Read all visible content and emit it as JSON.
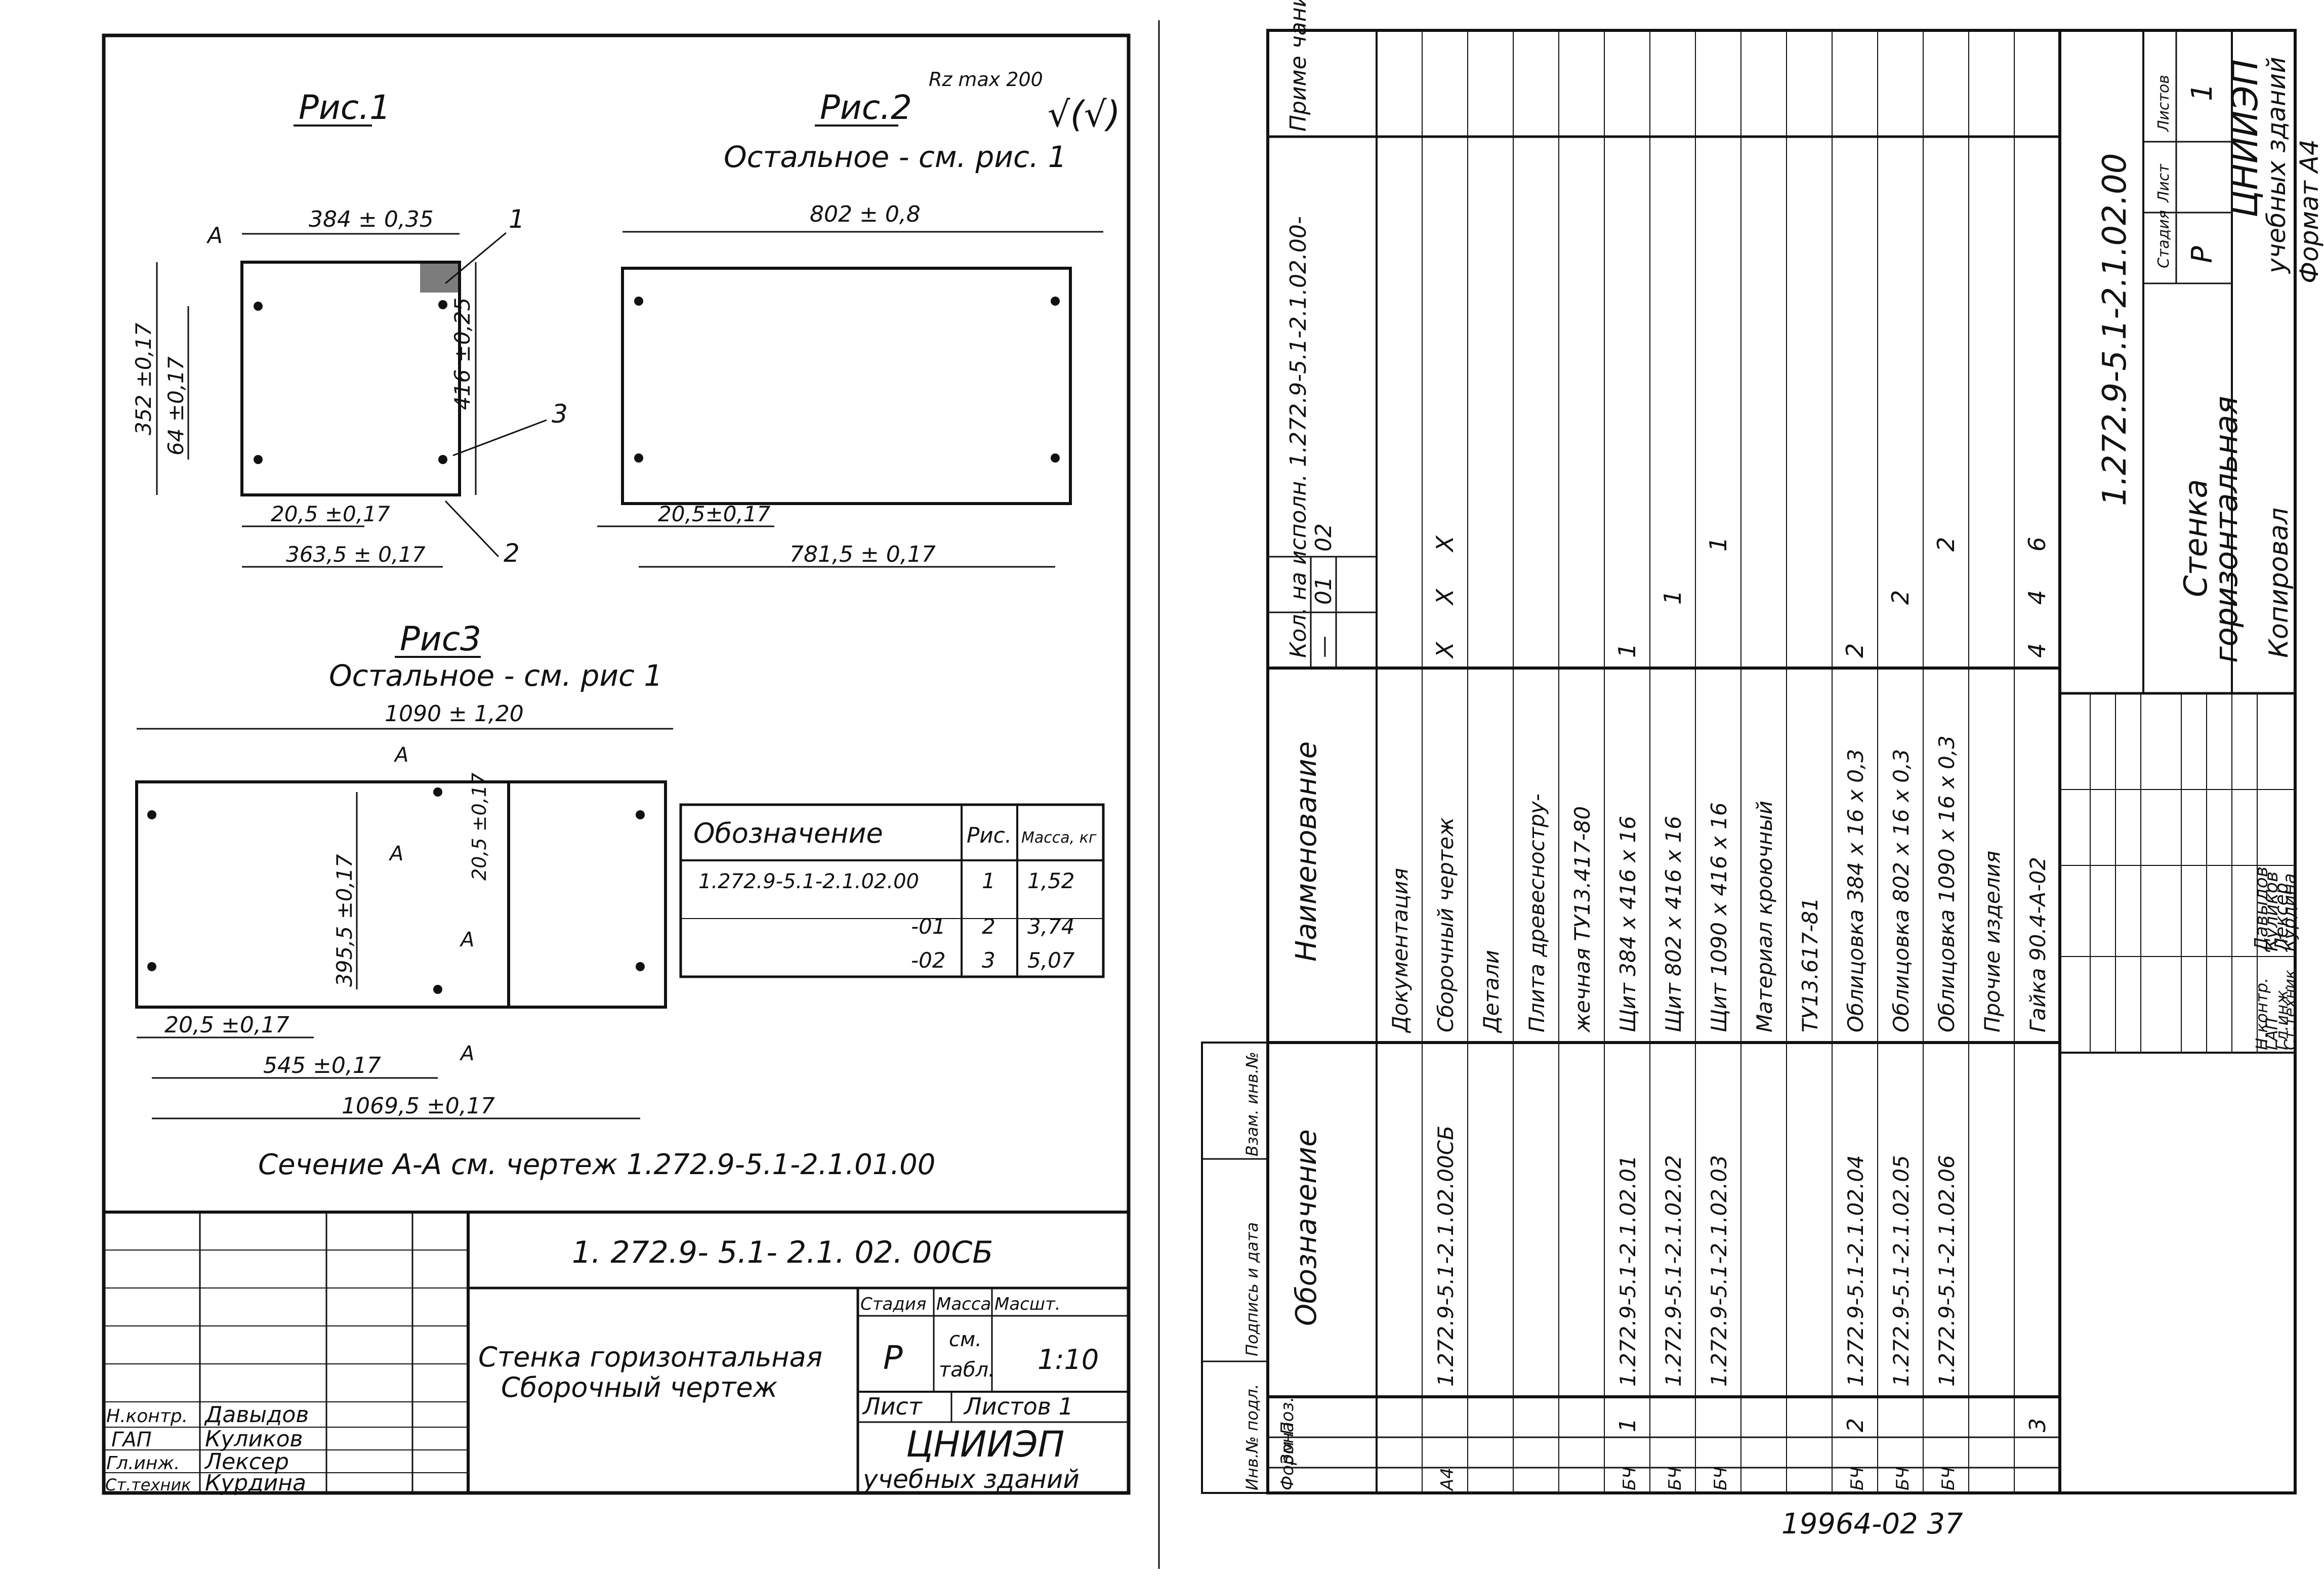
{
  "left_sheet": {
    "fig1": {
      "title": "Рис.1",
      "dim_width": "384 ± 0,35",
      "dim_height": "352 ±0,17",
      "dim_64": "64 ±0,17",
      "dim_416": "416 ±0,25",
      "dim_20_5": "20,5 ±0,17",
      "dim_363_5": "363,5 ± 0,17",
      "label_1": "1",
      "label_2": "2",
      "label_3": "3",
      "label_a": "A"
    },
    "fig2": {
      "title": "Рис.2",
      "roughness": "Rz max 200",
      "roughness_sym": "√(√)",
      "subtitle": "Остальное - см. рис. 1",
      "dim_width": "802 ± 0,8",
      "dim_20_5": "20,5±0,17",
      "dim_781_5": "781,5 ± 0,17"
    },
    "fig3": {
      "title": "Рис3",
      "subtitle": "Остальное - см. рис 1",
      "dim_width": "1090 ± 1,20",
      "dim_395_5": "395,5 ±0,17",
      "dim_20_5_v": "20,5 ±0,17",
      "dim_20_5_h": "20,5 ±0,17",
      "dim_545": "545 ±0,17",
      "dim_1069_5": "1069,5 ±0,17",
      "label_a": "A"
    },
    "section_note": "Сечение А-А см. чертеж 1.272.9-5.1-2.1.01.00",
    "variants_table": {
      "headers": [
        "Обозначение",
        "Рис.",
        "Масса, кг"
      ],
      "rows": [
        [
          "1.272.9-5.1-2.1.02.00",
          "1",
          "1,52"
        ],
        [
          "-01",
          "2",
          "3,74"
        ],
        [
          "-02",
          "3",
          "5,07"
        ]
      ]
    },
    "title_block": {
      "doc_code": "1. 272.9- 5.1- 2.1. 02. 00СБ",
      "name_line1": "Стенка горизонтальная",
      "name_line2": "Сборочный чертеж",
      "col_stage": "Стадия",
      "col_mass": "Масса",
      "col_scale": "Масшт.",
      "stage": "Р",
      "mass_line1": "см.",
      "mass_line2": "табл.",
      "scale": "1:10",
      "sheet_label": "Лист",
      "sheets_label": "Листов 1",
      "org_line1": "ЦНИИЭП",
      "org_line2": "учебных зданий",
      "signers": [
        {
          "role": "Н.контр.",
          "name": "Давыдов"
        },
        {
          "role": "ГАП",
          "name": "Куликов"
        },
        {
          "role": "Гл.инж.",
          "name": "Лексер"
        },
        {
          "role": "Ст.техник",
          "name": "Курдина"
        }
      ]
    }
  },
  "right_sheet": {
    "spec_headers": {
      "format": "Форм",
      "zone": "Зона",
      "pos": "Поз.",
      "designation": "Обозначение",
      "name": "Наименование",
      "qty_header": "Кол. на исполн. 1.272.9-5.1-2.1.02.00-",
      "qty_cols": [
        "—",
        "01",
        "02"
      ],
      "note": "Приме чание"
    },
    "spec_rows": [
      {
        "format": "",
        "pos": "",
        "designation": "",
        "name": "Документация",
        "q0": "",
        "q1": "",
        "q2": "",
        "underline": true
      },
      {
        "format": "А4",
        "pos": "",
        "designation": "1.272.9-5.1-2.1.02.00СБ",
        "name": "Сборочный чертеж",
        "q0": "Х",
        "q1": "Х",
        "q2": "Х"
      },
      {
        "format": "",
        "pos": "",
        "designation": "",
        "name": "Детали",
        "q0": "",
        "q1": "",
        "q2": "",
        "underline": true
      },
      {
        "format": "",
        "pos": "",
        "designation": "",
        "name": "Плита древесностру-",
        "q0": "",
        "q1": "",
        "q2": ""
      },
      {
        "format": "",
        "pos": "",
        "designation": "",
        "name": "жечная ТУ13.417-80",
        "q0": "",
        "q1": "",
        "q2": ""
      },
      {
        "format": "БЧ",
        "pos": "1",
        "designation": "1.272.9-5.1-2.1.02.01",
        "name": "Щит 384 х 416 х 16",
        "q0": "1",
        "q1": "",
        "q2": ""
      },
      {
        "format": "БЧ",
        "pos": "",
        "designation": "1.272.9-5.1-2.1.02.02",
        "name": "Щит 802 х 416 х 16",
        "q0": "",
        "q1": "1",
        "q2": ""
      },
      {
        "format": "БЧ",
        "pos": "",
        "designation": "1.272.9-5.1-2.1.02.03",
        "name": "Щит 1090 х 416 х 16",
        "q0": "",
        "q1": "",
        "q2": "1"
      },
      {
        "format": "",
        "pos": "",
        "designation": "",
        "name": "Материал кроючный",
        "q0": "",
        "q1": "",
        "q2": ""
      },
      {
        "format": "",
        "pos": "",
        "designation": "",
        "name": "ТУ13.617-81",
        "q0": "",
        "q1": "",
        "q2": ""
      },
      {
        "format": "БЧ",
        "pos": "2",
        "designation": "1.272.9-5.1-2.1.02.04",
        "name": "Облицовка 384 х 16 х 0,3",
        "q0": "2",
        "q1": "",
        "q2": ""
      },
      {
        "format": "БЧ",
        "pos": "",
        "designation": "1.272.9-5.1-2.1.02.05",
        "name": "Облицовка 802 х 16 х 0,3",
        "q0": "",
        "q1": "2",
        "q2": ""
      },
      {
        "format": "БЧ",
        "pos": "",
        "designation": "1.272.9-5.1-2.1.02.06",
        "name": "Облицовка 1090 х 16 х 0,3",
        "q0": "",
        "q1": "",
        "q2": "2"
      },
      {
        "format": "",
        "pos": "",
        "designation": "",
        "name": "Прочие изделия",
        "q0": "",
        "q1": "",
        "q2": "",
        "underline": true
      },
      {
        "format": "",
        "pos": "3",
        "designation": "",
        "name": "Гайка 90.4-А-02",
        "q0": "4",
        "q1": "4",
        "q2": "6"
      }
    ],
    "side_labels": [
      "Инв.№ подл.",
      "Подпись и дата",
      "Взам. инв.№"
    ],
    "title_block": {
      "doc_code": "1.272.9-5.1-2.1.02.00",
      "name_line1": "Стенка",
      "name_line2": "горизонтальная",
      "stage_label": "Стадия",
      "sheet_label": "Лист",
      "sheets_label": "Листов",
      "stage": "Р",
      "sheet_num": "",
      "sheets_num": "1",
      "org_line1": "ЦНИИЭП",
      "org_line2": "учебных зданий",
      "copy_note": "Копировал",
      "format_note": "Формат А4",
      "signers": [
        {
          "role": "Н.контр.",
          "name": "Давыдов"
        },
        {
          "role": "ГАП",
          "name": "Куликов"
        },
        {
          "role": "Гл.инж.",
          "name": "Лексер"
        },
        {
          "role": "Ст.техник",
          "name": "Курдина"
        }
      ]
    }
  },
  "footer_stamp": "19964-02   37"
}
